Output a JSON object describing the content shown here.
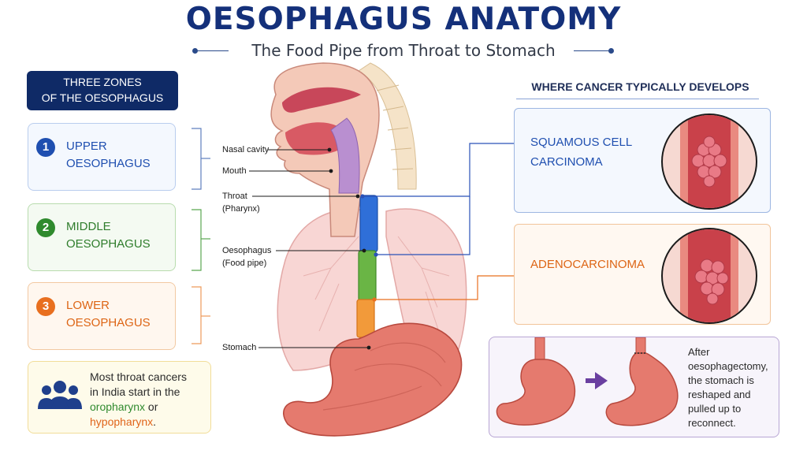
{
  "title": "OESOPHAGUS ANATOMY",
  "subtitle": "The Food Pipe from Throat to Stomach",
  "zones_header": {
    "line1": "THREE ZONES",
    "line2": "OF THE OESOPHAGUS"
  },
  "zones": [
    {
      "number": "1",
      "line1": "UPPER",
      "line2": "OESOPHAGUS"
    },
    {
      "number": "2",
      "line1": "MIDDLE",
      "line2": "OESOPHAGUS"
    },
    {
      "number": "3",
      "line1": "LOWER",
      "line2": "OESOPHAGUS"
    }
  ],
  "anatomy_labels": {
    "nasal_cavity": "Nasal cavity",
    "mouth": "Mouth",
    "throat_1": "Throat",
    "throat_2": "(Pharynx)",
    "oesophagus_1": "Oesophagus",
    "oesophagus_2": "(Food pipe)",
    "stomach": "Stomach"
  },
  "note": {
    "line1": "Most throat cancers",
    "line2": "in India start in the",
    "highlight1": "oropharynx",
    "connector": " or",
    "highlight2": "hypopharynx",
    "end": "."
  },
  "cancer": {
    "heading": "WHERE CANCER TYPICALLY DEVELOPS",
    "scc_line1": "SQUAMOUS CELL",
    "scc_line2": "CARCINOMA",
    "adeno": "ADENOCARCINOMA"
  },
  "operation": {
    "line1": "After",
    "line2": "oesophagectomy,",
    "line3": "the stomach is",
    "line4": "reshaped and",
    "line5": "pulled up to",
    "line6": "reconnect."
  },
  "icons": [
    "people-icon",
    "arrow-right-icon"
  ],
  "colors": {
    "upper": "#1f4fb0",
    "middle": "#2f8a2e",
    "lower": "#e86f1f",
    "navy": "#0f2a66",
    "tissue": "#e57a6e"
  }
}
